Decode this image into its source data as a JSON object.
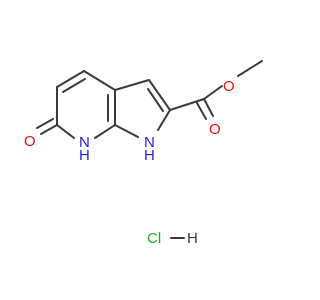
{
  "molecule": {
    "atoms": {
      "carbonyl_oxygen": "O",
      "ester_oxygen_double": "O",
      "ester_oxygen_single": "O",
      "ring_nh_left": "N",
      "ring_nh_left_h": "H",
      "ring_nh_right": "N",
      "ring_nh_right_h": "H"
    },
    "salt": {
      "chloride": "Cl",
      "hydrogen": "H"
    }
  },
  "colors": {
    "bond": "#3a3a3a",
    "oxygen": "#ff0d0d",
    "nitrogen": "#2020ff",
    "chlorine": "#1fb01f",
    "hydrogen_text": "#3a3a3a"
  }
}
